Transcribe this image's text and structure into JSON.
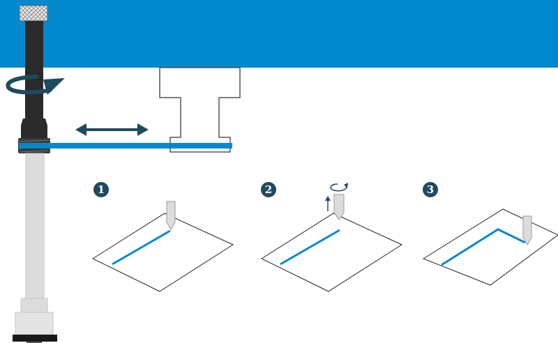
{
  "colors": {
    "banner": "#0288cc",
    "accent_blue": "#0288cc",
    "dark_navy": "#1e4a5e",
    "tool_dark": "#2a2a2a",
    "tool_light": "#dcdcdc",
    "outline": "#555555"
  },
  "icons": {
    "rotation": "rotate-arrow-icon",
    "horizontal_move": "double-arrow-icon",
    "lift": "up-arrow-icon"
  },
  "steps": [
    {
      "number": "1"
    },
    {
      "number": "2"
    },
    {
      "number": "3"
    }
  ]
}
